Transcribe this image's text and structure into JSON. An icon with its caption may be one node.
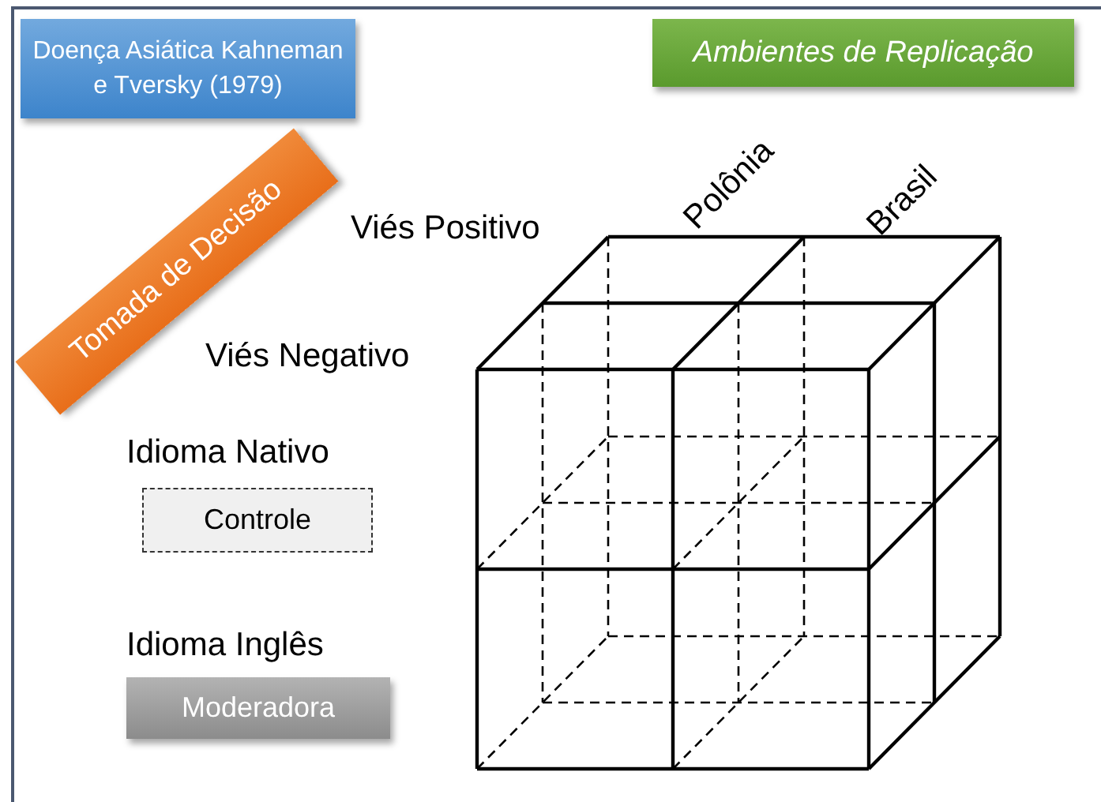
{
  "diagram": {
    "nodes": [
      {
        "text": [
          "Doença Asiática Kahneman e Tversky (1979)"
        ]
      },
      {
        "text": [
          "Ambientes de Replicação"
        ]
      },
      {
        "text": [
          "Tomada de Decisão"
        ]
      },
      {
        "text": [
          "Controle"
        ]
      },
      {
        "text": [
          "Moderadora"
        ]
      }
    ],
    "labels": [
      "Viés Positivo",
      "Viés Negativo",
      "Polônia",
      "Brasil",
      "Idioma Nativo",
      "Idioma Inglês"
    ]
  }
}
